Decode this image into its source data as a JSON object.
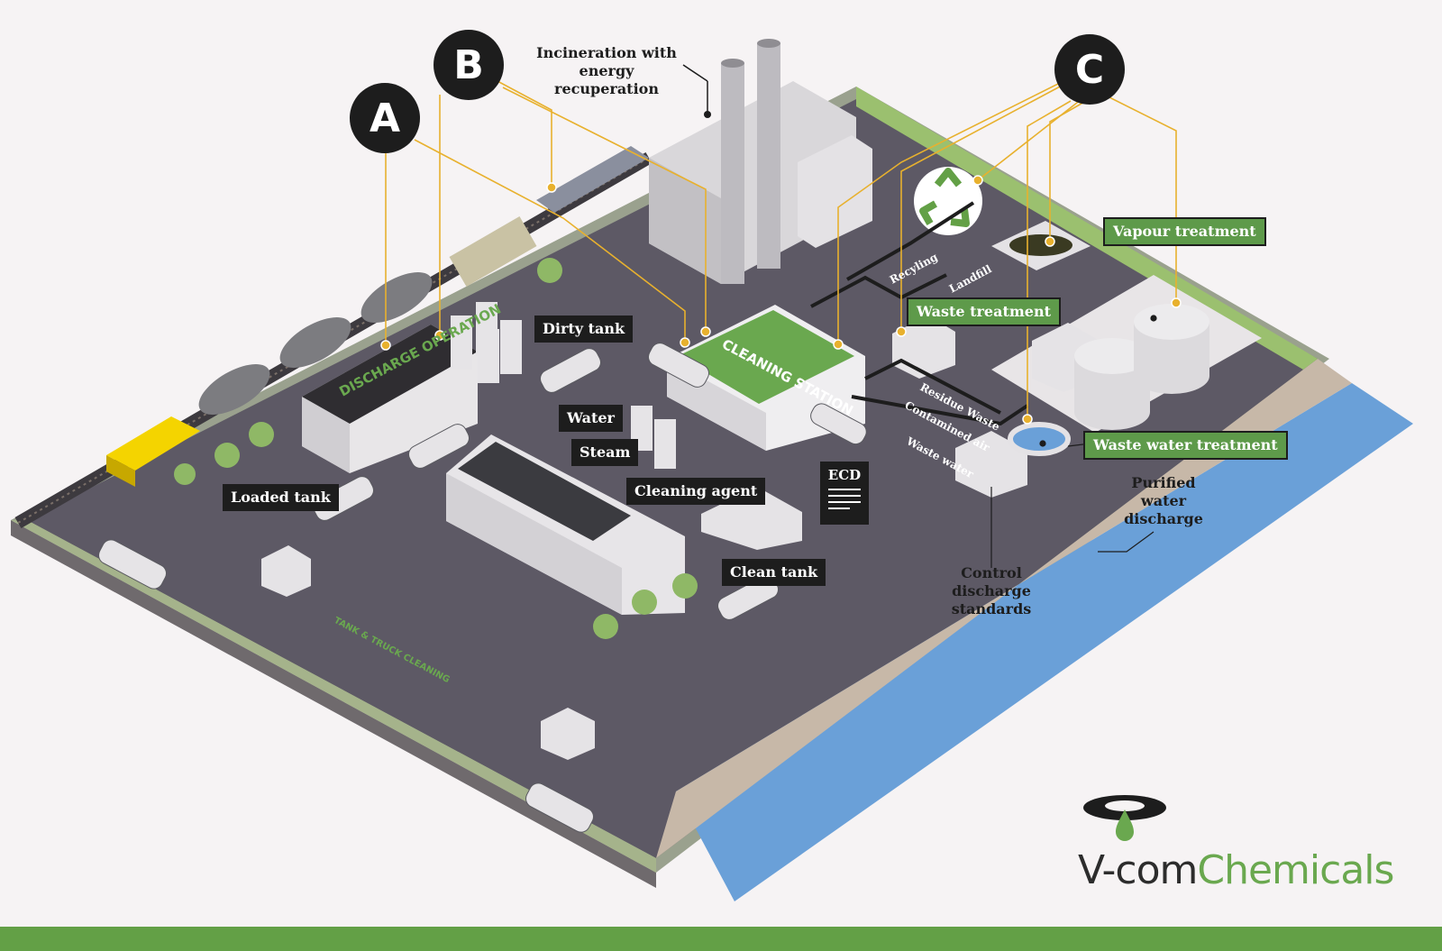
{
  "markers": {
    "a": "A",
    "b": "B",
    "c": "C"
  },
  "signs": {
    "discharge": "DISCHARGE OPERATION",
    "cleaning": "CLEANING STATION",
    "gate": "TANK & TRUCK CLEANING",
    "ecd": "ECD"
  },
  "labels": {
    "incineration": "Incineration with energy recuperation",
    "dirty_tank": "Dirty tank",
    "water": "Water",
    "steam": "Steam",
    "cleaning_agent": "Cleaning agent",
    "loaded_tank": "Loaded tank",
    "clean_tank": "Clean tank",
    "vapour_treatment": "Vapour treatment",
    "waste_treatment": "Waste treatment",
    "waste_water_treatment": "Waste water treatment",
    "purified_water_discharge": "Purified water discharge",
    "control_discharge_standards": "Control discharge standards"
  },
  "flow_labels": {
    "recycling": "Recyling",
    "landfill": "Landfill",
    "residue_waste": "Residue Waste",
    "contamined_air": "Contamined air",
    "waste_water": "Waste water"
  },
  "logo": {
    "part1": "V-com",
    "part2": "Chemicals"
  },
  "icons": [
    "recycle-icon",
    "document-icon",
    "logo-drop-icon"
  ],
  "colors": {
    "background": "#f6f3f4",
    "label_dark": "#1d1d1d",
    "accent_green": "#5e9a4a",
    "connector_yellow": "#e8b12e",
    "water_blue": "#6aa0d8",
    "road": "#5d5965"
  }
}
